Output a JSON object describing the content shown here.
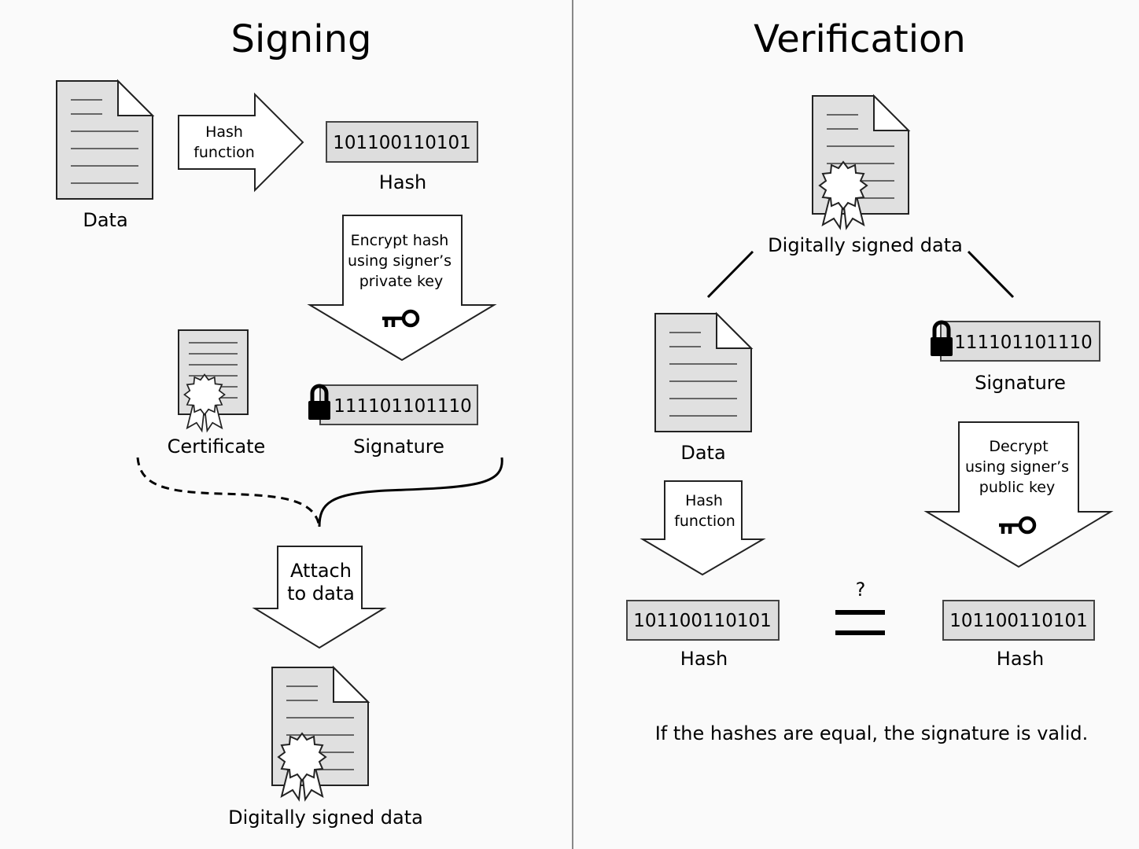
{
  "signing": {
    "title": "Signing",
    "data_label": "Data",
    "hash_function_arrow": [
      "Hash",
      "function"
    ],
    "hash_value": "101100110101",
    "hash_label": "Hash",
    "encrypt_arrow": [
      "Encrypt hash",
      "using signer’s",
      "private key"
    ],
    "certificate_label": "Certificate",
    "signature_value": "111101101110",
    "signature_label": "Signature",
    "attach_arrow": [
      "Attach",
      "to data"
    ],
    "signed_data_label": "Digitally signed data"
  },
  "verification": {
    "title": "Verification",
    "signed_data_label": "Digitally signed data",
    "data_label": "Data",
    "signature_value": "111101101110",
    "signature_label": "Signature",
    "hash_function_arrow": [
      "Hash",
      "function"
    ],
    "decrypt_arrow": [
      "Decrypt",
      "using signer’s",
      "public key"
    ],
    "hash_left_value": "101100110101",
    "hash_left_label": "Hash",
    "hash_right_value": "101100110101",
    "hash_right_label": "Hash",
    "question_mark": "?",
    "conclusion": "If the hashes are equal, the signature is valid."
  }
}
